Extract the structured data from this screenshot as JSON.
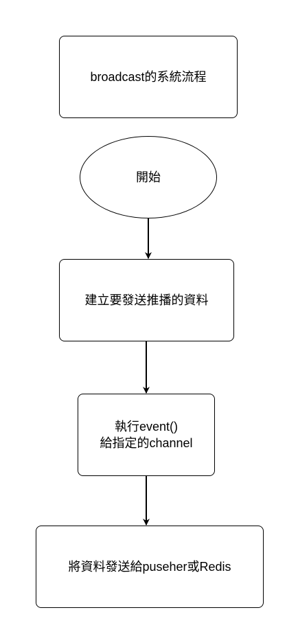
{
  "flowchart": {
    "nodes": [
      {
        "id": "title",
        "shape": "rounded-rect",
        "label": "broadcast的系統流程"
      },
      {
        "id": "start",
        "shape": "ellipse",
        "label": "開始"
      },
      {
        "id": "step1",
        "shape": "rounded-rect",
        "label": "建立要發送推播的資料"
      },
      {
        "id": "step2",
        "shape": "rounded-rect",
        "label": "執行event()\n給指定的channel"
      },
      {
        "id": "step3",
        "shape": "rounded-rect",
        "label": "將資料發送給puseher或Redis"
      }
    ],
    "edges": [
      {
        "from": "start",
        "to": "step1"
      },
      {
        "from": "step1",
        "to": "step2"
      },
      {
        "from": "step2",
        "to": "step3"
      }
    ]
  }
}
